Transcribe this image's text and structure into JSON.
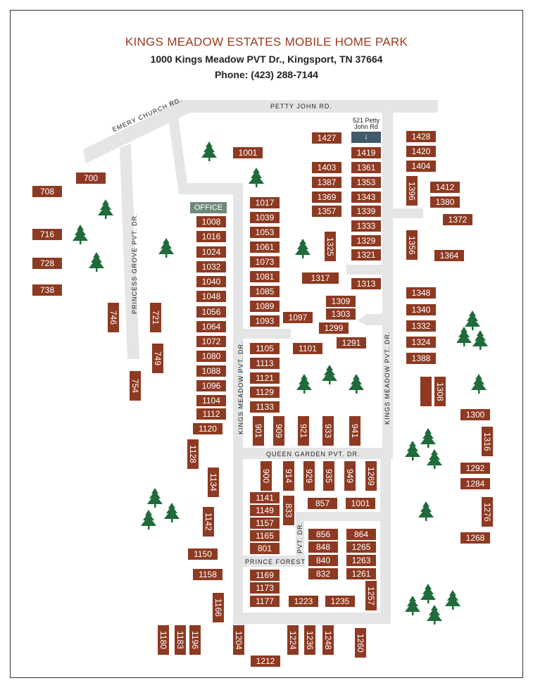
{
  "header": {
    "title": "KINGS MEADOW ESTATES MOBILE HOME PARK",
    "address": "1000 Kings Meadow PVT Dr., Kingsport, TN 37664",
    "phone": "Phone: (423) 288-7144"
  },
  "roads": {
    "petty_john": "PETTY JOHN RD.",
    "emery_church": "EMERY CHURCH RD.",
    "princess_grove": "PRINCESS GROVE PVT. DR.",
    "kings_meadow_left": "KINGS MEADOW PVT. DR.",
    "kings_meadow_right": "KINGS MEADOW PVT. DR.",
    "queen_garden": "QUEEN GARDEN PVT. DR.",
    "prince_forest": "PRINCE FOREST",
    "pvt_dr": "PVT. DR."
  },
  "office_label": "OFFICE",
  "marker": {
    "label": "521 Petty John Rd",
    "icon": "arrow-down-icon"
  },
  "colors": {
    "lot": "#8e3a22",
    "office": "#6f8a78",
    "marker": "#3f5a6a",
    "road": "#e4e5e7",
    "tree": "#1f6b3a",
    "title": "#9b3a1f"
  },
  "lots": [
    "700",
    "708",
    "716",
    "728",
    "738",
    "1001",
    "1427",
    "1419",
    "1361",
    "1353",
    "1343",
    "1339",
    "1333",
    "1329",
    "1321",
    "1403",
    "1387",
    "1369",
    "1357",
    "1428",
    "1420",
    "1404",
    "1412",
    "1380",
    "1372",
    "1364",
    "1317",
    "1313",
    "1309",
    "1303",
    "1299",
    "1291",
    "1097",
    "1348",
    "1340",
    "1332",
    "1324",
    "1388",
    "1017",
    "1039",
    "1053",
    "1061",
    "1073",
    "1081",
    "1085",
    "1089",
    "1093",
    "1008",
    "1016",
    "1024",
    "1032",
    "1040",
    "1048",
    "1056",
    "1064",
    "1072",
    "1080",
    "1088",
    "1096",
    "1104",
    "1112",
    "1120",
    "1105",
    "1113",
    "1121",
    "1129",
    "1133",
    "1101",
    "1300",
    "1292",
    "1284",
    "1268",
    "857",
    "1001",
    "1141",
    "1149",
    "1157",
    "1165",
    "801",
    "856",
    "848",
    "840",
    "832",
    "864",
    "1265",
    "1263",
    "1261",
    "1169",
    "1173",
    "1177",
    "1223",
    "1235",
    "1150",
    "1158",
    "1212",
    "746",
    "721",
    "749",
    "754",
    "1396",
    "1356",
    "1325",
    "1308",
    "",
    "1316",
    "1276",
    "901",
    "909",
    "921",
    "933",
    "941",
    "900",
    "914",
    "929",
    "935",
    "949",
    "1269",
    "833",
    "1257",
    "1128",
    "1134",
    "1142",
    "1166",
    "1180",
    "1183",
    "1196",
    "1204",
    "1224",
    "1236",
    "1248",
    "1260"
  ]
}
